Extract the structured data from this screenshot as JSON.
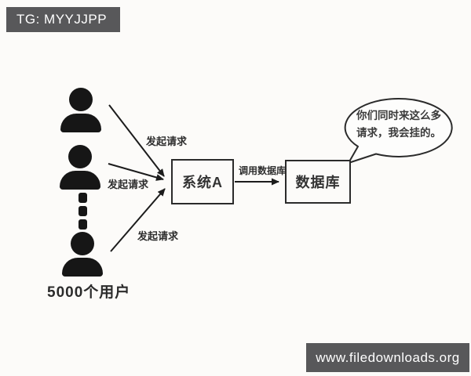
{
  "watermarks": {
    "telegram_badge": "TG: MYYJJPP",
    "site_badge": "www.filedownloads.org"
  },
  "diagram": {
    "users_caption": "5000个用户",
    "arrow_labels": [
      "发起请求",
      "发起请求",
      "发起请求"
    ],
    "system_call_label": "调用数据库",
    "system_box_label": "系统A",
    "database_box_label": "数据库",
    "bubble_line1": "你们同时来这么多",
    "bubble_line2": "请求，我会挂的。"
  },
  "icons": {
    "user_icon": "person-silhouette",
    "ellipsis": "vertical-ellipsis"
  },
  "colors": {
    "badge_background": "#58585a",
    "ink": "#2b2b2b",
    "background": "#fcfbf9"
  }
}
